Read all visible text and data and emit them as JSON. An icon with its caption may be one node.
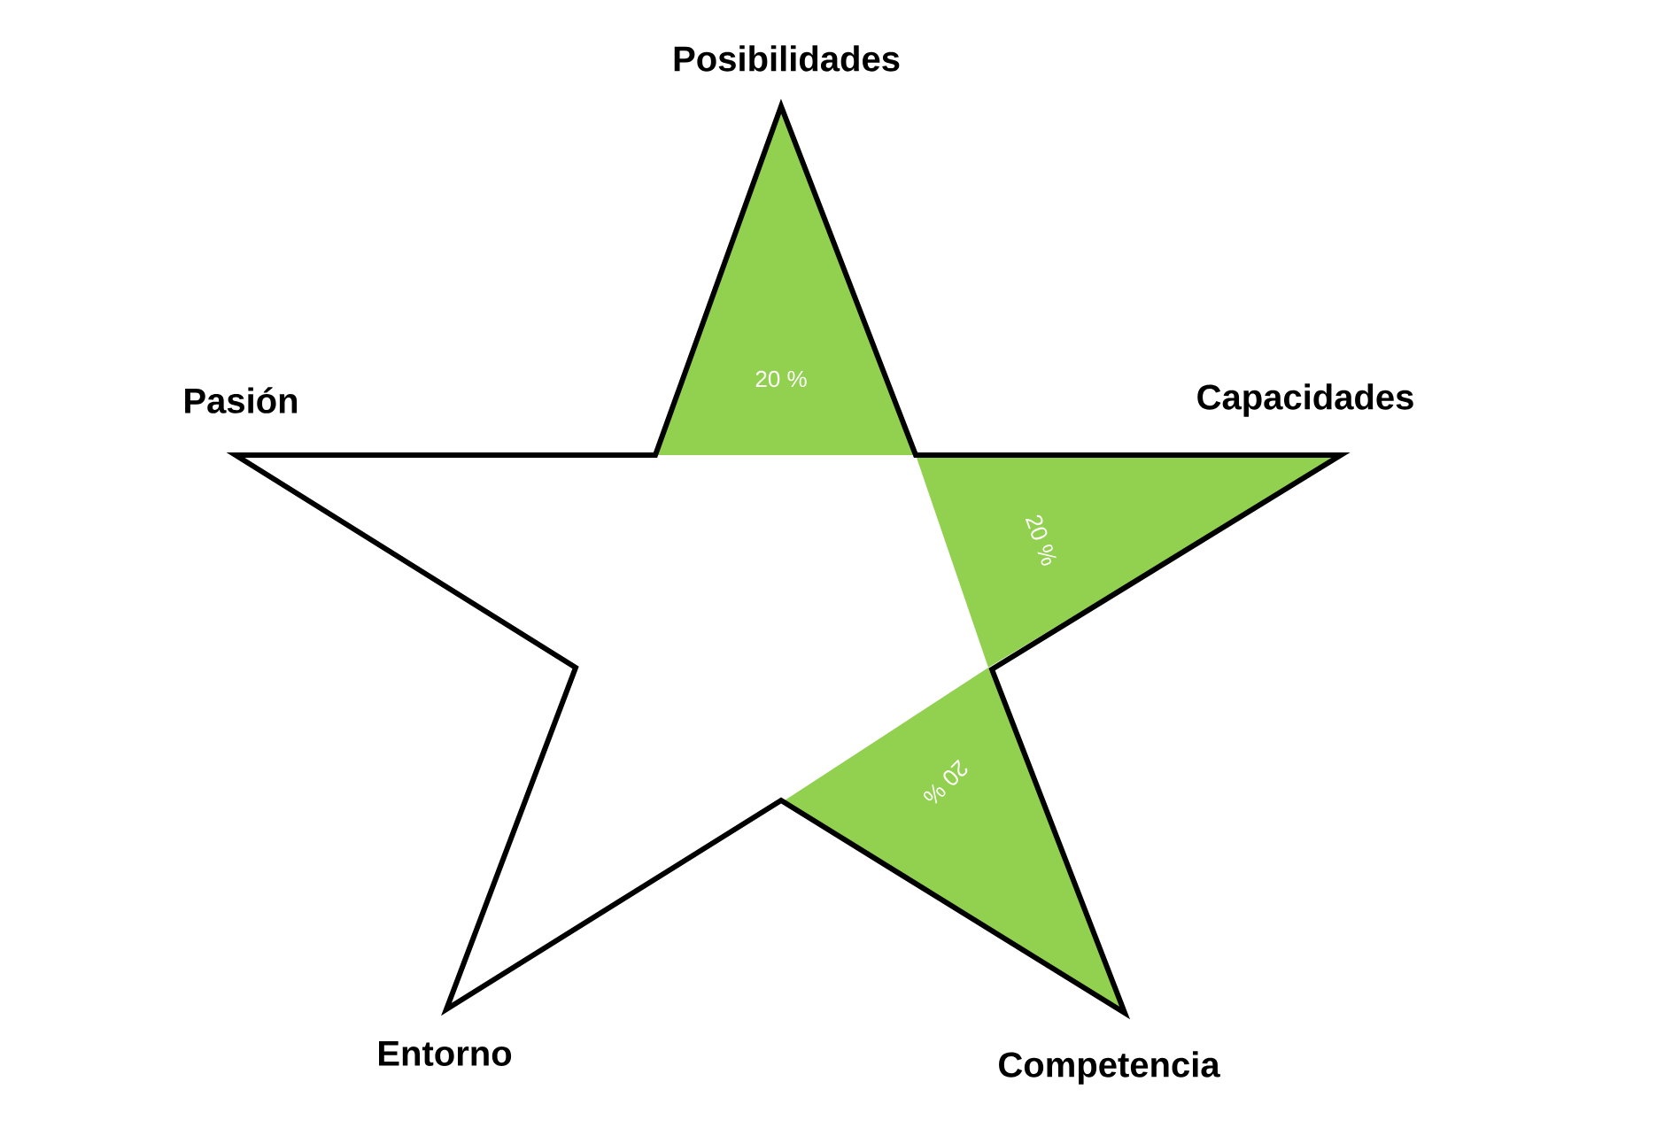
{
  "diagram": {
    "nodes": [
      {
        "text": [],
        "shape": "star"
      },
      {
        "text": [
          "20 %"
        ],
        "in": 0
      },
      {
        "text": [
          "20 %"
        ],
        "in": 0
      },
      {
        "text": [
          "20 %"
        ],
        "in": 0
      }
    ],
    "labels": [
      "Posibilidades",
      "Pasión",
      "Capacidades",
      "Entorno",
      "Competencia"
    ]
  }
}
